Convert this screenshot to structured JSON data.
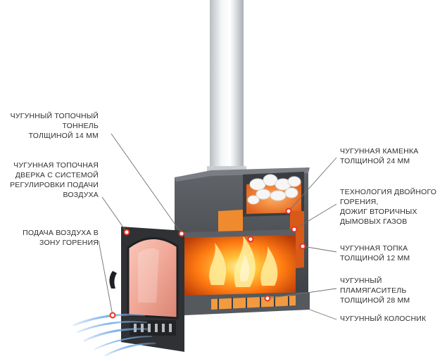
{
  "labels_left": [
    {
      "id": "tunnel",
      "lines": [
        "ЧУГУННЫЙ ТОПОЧНЫЙ",
        "ТОННЕЛЬ",
        "ТОЛЩИНОЙ 14 ММ"
      ]
    },
    {
      "id": "door",
      "lines": [
        "ЧУГУННАЯ ТОПОЧНАЯ",
        "ДВЕРКА С СИСТЕМОЙ",
        "РЕГУЛИРОВКИ ПОДАЧИ",
        "ВОЗДУХА"
      ]
    },
    {
      "id": "air",
      "lines": [
        "ПОДАЧА ВОЗДУХА В",
        "ЗОНУ ГОРЕНИЯ"
      ]
    }
  ],
  "labels_right": [
    {
      "id": "stones",
      "lines": [
        "ЧУГУННАЯ КАМЕНКА",
        "ТОЛЩИНОЙ 24 ММ"
      ]
    },
    {
      "id": "afterburn",
      "lines": [
        "ТЕХНОЛОГИЯ ДВОЙНОГО",
        "ГОРЕНИЯ,",
        "ДОЖИГ ВТОРИЧНЫХ",
        "ДЫМОВЫХ ГАЗОВ"
      ]
    },
    {
      "id": "firebox",
      "lines": [
        "ЧУГУННАЯ ТОПКА",
        "ТОЛЩИНОЙ 12 ММ"
      ]
    },
    {
      "id": "flame-arrester",
      "lines": [
        "ЧУГУННЫЙ",
        "ПЛАМЯГАСИТЕЛЬ",
        "ТОЛЩИНОЙ 28 ММ"
      ]
    },
    {
      "id": "grate",
      "lines": [
        "ЧУГУННЫЙ КОЛОСНИК"
      ]
    }
  ],
  "colors": {
    "marker": "#e8321e",
    "leader": "#6f6f6f",
    "iron": "#4a4d52",
    "fire": "#ff7a12",
    "air": "#6aa8e8"
  }
}
